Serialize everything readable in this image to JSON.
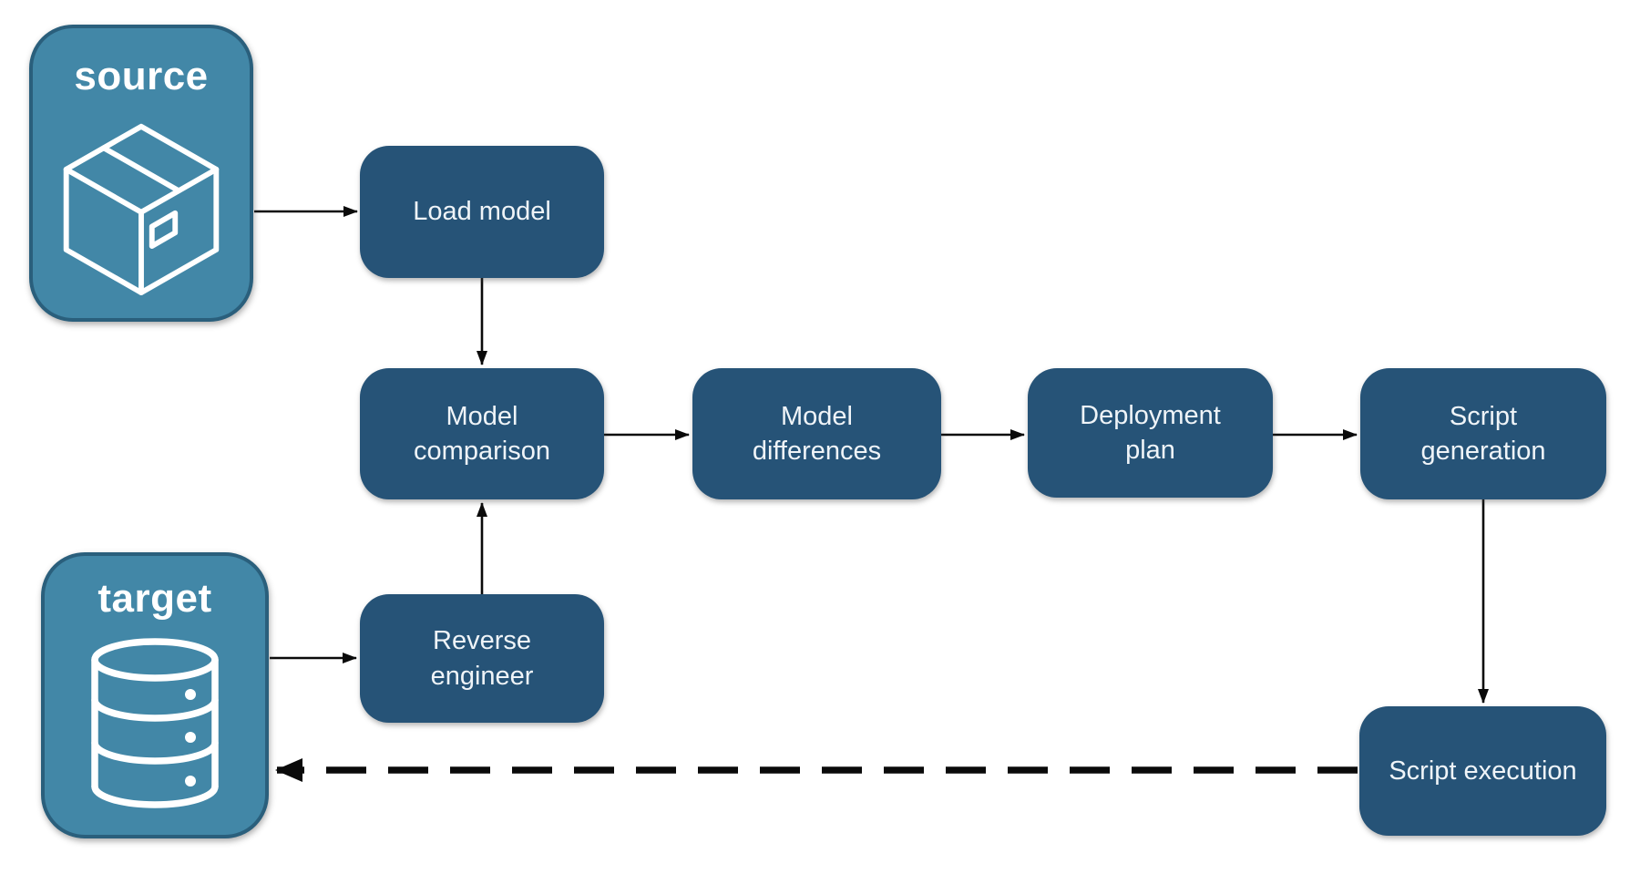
{
  "diagram_type": "flowchart",
  "colors": {
    "background": "#FFFFFF",
    "node_fill": "#265377",
    "node_text": "#EFF4F8",
    "endpoint_fill": "#4287A7",
    "endpoint_border": "#2A5F7C",
    "endpoint_text": "#FFFFFF",
    "arrow": "#0A0A0A"
  },
  "endpoints": {
    "source": {
      "label": "source",
      "icon": "package-icon"
    },
    "target": {
      "label": "target",
      "icon": "database-icon"
    }
  },
  "nodes": {
    "load_model": {
      "label": "Load model"
    },
    "model_comparison": {
      "label": "Model comparison"
    },
    "model_differences": {
      "label": "Model differences"
    },
    "deployment_plan": {
      "label": "Deployment plan"
    },
    "script_generation": {
      "label": "Script generation"
    },
    "reverse_engineer": {
      "label": "Reverse engineer"
    },
    "script_execution": {
      "label": "Script execution"
    }
  },
  "edges": [
    {
      "from": "source",
      "to": "load_model",
      "style": "solid"
    },
    {
      "from": "load_model",
      "to": "model_comparison",
      "style": "solid"
    },
    {
      "from": "target",
      "to": "reverse_engineer",
      "style": "solid"
    },
    {
      "from": "reverse_engineer",
      "to": "model_comparison",
      "style": "solid"
    },
    {
      "from": "model_comparison",
      "to": "model_differences",
      "style": "solid"
    },
    {
      "from": "model_differences",
      "to": "deployment_plan",
      "style": "solid"
    },
    {
      "from": "deployment_plan",
      "to": "script_generation",
      "style": "solid"
    },
    {
      "from": "script_generation",
      "to": "script_execution",
      "style": "solid"
    },
    {
      "from": "script_execution",
      "to": "target",
      "style": "dashed"
    }
  ]
}
